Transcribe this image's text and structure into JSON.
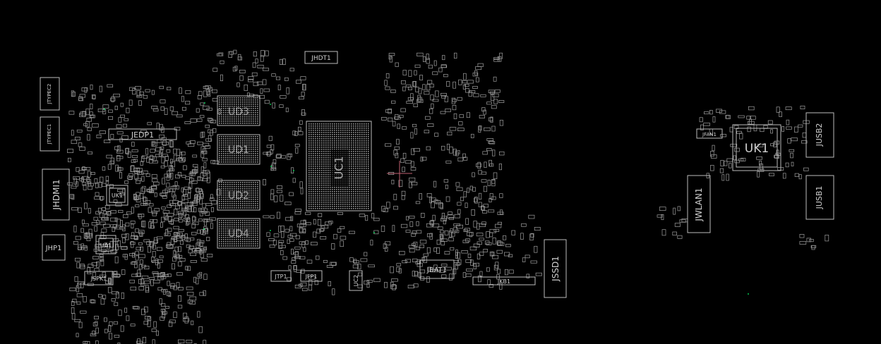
{
  "board": {
    "background": "#000000",
    "outline_color": "#bdbdbd",
    "crosshair_color": "#c06070",
    "dot_color": "#00ff66"
  },
  "components": [
    {
      "id": "JTYPEC2",
      "label": "JTYPEC2"
    },
    {
      "id": "JTYPEC1",
      "label": "JTYPEC1"
    },
    {
      "id": "JHDMI1",
      "label": "JHDMI1"
    },
    {
      "id": "JHP1",
      "label": "JHP1"
    },
    {
      "id": "JSPK1",
      "label": "JSPK1"
    },
    {
      "id": "JEDP1",
      "label": "JEDP1"
    },
    {
      "id": "UK1-left",
      "label": "UK1"
    },
    {
      "id": "UA1",
      "label": "UA1"
    },
    {
      "id": "UD3",
      "label": "UD3"
    },
    {
      "id": "UD1",
      "label": "UD1"
    },
    {
      "id": "UD2",
      "label": "UD2"
    },
    {
      "id": "UD4",
      "label": "UD4"
    },
    {
      "id": "JHDT1",
      "label": "JHDT1"
    },
    {
      "id": "UC1",
      "label": "UC1"
    },
    {
      "id": "JTP1",
      "label": "JTP1"
    },
    {
      "id": "JFP1",
      "label": "JFP1"
    },
    {
      "id": "UC2",
      "label": "UC2"
    },
    {
      "id": "JBAT1",
      "label": "JBAT1"
    },
    {
      "id": "JKB1",
      "label": "JKB1"
    },
    {
      "id": "JSSD1",
      "label": "JSSD1"
    },
    {
      "id": "JWLAN1",
      "label": "JWLAN1"
    },
    {
      "id": "JFAN1",
      "label": "JFAN1"
    },
    {
      "id": "UK1",
      "label": "UK1"
    },
    {
      "id": "JUSB2",
      "label": "JUSB2"
    },
    {
      "id": "JUSB1",
      "label": "JUSB1"
    }
  ]
}
